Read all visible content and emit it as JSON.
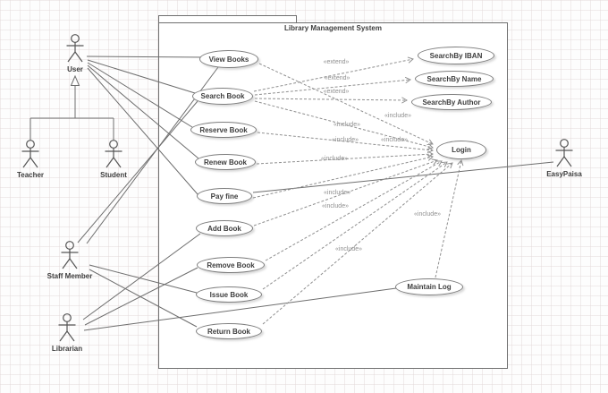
{
  "diagram": {
    "title": "Library Management System",
    "type": "uml-use-case-diagram",
    "colors": {
      "solid_line": "#6e6e6e",
      "dashed_line": "#8f8f8f",
      "node_fill": "#ffffff",
      "node_border": "#7e7e7e",
      "text": "#3d3d3d",
      "stereotype_text": "#8f8f8f"
    },
    "actors": [
      {
        "id": "user",
        "label": "User"
      },
      {
        "id": "teacher",
        "label": "Teacher"
      },
      {
        "id": "student",
        "label": "Student"
      },
      {
        "id": "staff-member",
        "label": "Staff Member"
      },
      {
        "id": "librarian",
        "label": "Librarian"
      },
      {
        "id": "easypaisa",
        "label": "EasyPaisa"
      }
    ],
    "use_cases": [
      {
        "id": "view-books",
        "label": "View Books"
      },
      {
        "id": "search-book",
        "label": "Search Book"
      },
      {
        "id": "reserve-book",
        "label": "Reserve Book"
      },
      {
        "id": "renew-book",
        "label": "Renew Book"
      },
      {
        "id": "pay-fine",
        "label": "Pay fine"
      },
      {
        "id": "add-book",
        "label": "Add Book"
      },
      {
        "id": "remove-book",
        "label": "Remove Book"
      },
      {
        "id": "issue-book",
        "label": "Issue Book"
      },
      {
        "id": "return-book",
        "label": "Return Book"
      },
      {
        "id": "searchby-iban",
        "label": "SearchBy IBAN"
      },
      {
        "id": "searchby-name",
        "label": "SearchBy Name"
      },
      {
        "id": "searchby-author",
        "label": "SearchBy Author"
      },
      {
        "id": "login",
        "label": "Login"
      },
      {
        "id": "maintain-log",
        "label": "Maintain Log"
      }
    ],
    "relationships": {
      "associations": [
        {
          "from": "User",
          "to": "View Books"
        },
        {
          "from": "User",
          "to": "Search Book"
        },
        {
          "from": "User",
          "to": "Reserve Book"
        },
        {
          "from": "User",
          "to": "Renew Book"
        },
        {
          "from": "User",
          "to": "Pay fine"
        },
        {
          "from": "Staff Member",
          "to": "View Books"
        },
        {
          "from": "Staff Member",
          "to": "Search Book"
        },
        {
          "from": "Staff Member",
          "to": "Issue Book"
        },
        {
          "from": "Staff Member",
          "to": "Return Book"
        },
        {
          "from": "Librarian",
          "to": "Add Book"
        },
        {
          "from": "Librarian",
          "to": "Remove Book"
        },
        {
          "from": "Librarian",
          "to": "Maintain Log"
        },
        {
          "from": "Pay fine",
          "to": "EasyPaisa"
        }
      ],
      "generalizations": [
        {
          "from": "Teacher",
          "to": "User"
        },
        {
          "from": "Student",
          "to": "User"
        }
      ],
      "extends": [
        {
          "from": "Search Book",
          "to": "SearchBy IBAN"
        },
        {
          "from": "Search Book",
          "to": "SearchBy Name"
        },
        {
          "from": "Search Book",
          "to": "SearchBy Author"
        }
      ],
      "includes": [
        {
          "from": "View Books",
          "to": "Login"
        },
        {
          "from": "Search Book",
          "to": "Login"
        },
        {
          "from": "Reserve Book",
          "to": "Login"
        },
        {
          "from": "Renew Book",
          "to": "Login"
        },
        {
          "from": "Pay fine",
          "to": "Login"
        },
        {
          "from": "Add Book",
          "to": "Login"
        },
        {
          "from": "Remove Book",
          "to": "Login"
        },
        {
          "from": "Issue Book",
          "to": "Login"
        },
        {
          "from": "Return Book",
          "to": "Login"
        },
        {
          "from": "Maintain Log",
          "to": "Login"
        }
      ]
    },
    "edge_labels": [
      {
        "text": "«extend»"
      },
      {
        "text": "«extend»"
      },
      {
        "text": "«extend»"
      },
      {
        "text": "«include»"
      },
      {
        "text": "«include»"
      },
      {
        "text": "«include»"
      },
      {
        "text": "«include»"
      },
      {
        "text": "«include»"
      },
      {
        "text": "«include»"
      },
      {
        "text": "«include»"
      },
      {
        "text": "«include»"
      },
      {
        "text": "«include»"
      }
    ]
  }
}
